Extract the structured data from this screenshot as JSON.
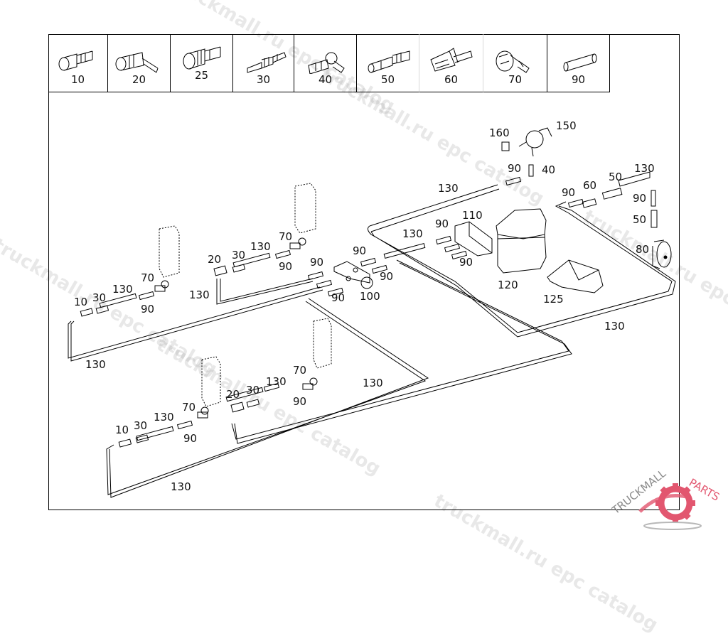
{
  "catalog": {
    "watermark_text": "truckmall.ru epc catalog",
    "watermark_text_short": "epc catalog",
    "logo": {
      "text_left": "TRUCKMALL",
      "text_right": "PARTS",
      "brand_color": "#e2566f",
      "gray_color": "#8a8a8a",
      "icon": "gear-icon"
    }
  },
  "legend": [
    {
      "part": "10",
      "icon": "straight-connector-icon"
    },
    {
      "part": "20",
      "icon": "elbow-connector-icon"
    },
    {
      "part": "25",
      "icon": "connector-plug-icon"
    },
    {
      "part": "30",
      "icon": "double-barb-connector-icon"
    },
    {
      "part": "40",
      "icon": "elbow-reducer-icon"
    },
    {
      "part": "50",
      "icon": "straight-reducer-icon"
    },
    {
      "part": "60",
      "icon": "check-valve-icon"
    },
    {
      "part": "70",
      "icon": "angled-check-valve-icon"
    },
    {
      "part": "90",
      "icon": "hose-sleeve-icon"
    }
  ],
  "callouts": [
    {
      "id": "c160",
      "text": "160"
    },
    {
      "id": "c150",
      "text": "150"
    },
    {
      "id": "c90a",
      "text": "90"
    },
    {
      "id": "c40a",
      "text": "40"
    },
    {
      "id": "c130a",
      "text": "130"
    },
    {
      "id": "c90b",
      "text": "90"
    },
    {
      "id": "c60a",
      "text": "60"
    },
    {
      "id": "c50a",
      "text": "50"
    },
    {
      "id": "c130b",
      "text": "130"
    },
    {
      "id": "c90c",
      "text": "90"
    },
    {
      "id": "c50b",
      "text": "50"
    },
    {
      "id": "c80",
      "text": "80"
    },
    {
      "id": "c110",
      "text": "110"
    },
    {
      "id": "c90d",
      "text": "90"
    },
    {
      "id": "c130c",
      "text": "130"
    },
    {
      "id": "c90e",
      "text": "90"
    },
    {
      "id": "c120",
      "text": "120"
    },
    {
      "id": "c125",
      "text": "125"
    },
    {
      "id": "c130d",
      "text": "130"
    },
    {
      "id": "c70a",
      "text": "70"
    },
    {
      "id": "c20a",
      "text": "20"
    },
    {
      "id": "c30a",
      "text": "30"
    },
    {
      "id": "c130e",
      "text": "130"
    },
    {
      "id": "c90f",
      "text": "90"
    },
    {
      "id": "c130f",
      "text": "130"
    },
    {
      "id": "c90g",
      "text": "90"
    },
    {
      "id": "c90h",
      "text": "90"
    },
    {
      "id": "c90i",
      "text": "90"
    },
    {
      "id": "c90j",
      "text": "90"
    },
    {
      "id": "c100",
      "text": "100"
    },
    {
      "id": "c70b",
      "text": "70"
    },
    {
      "id": "c10a",
      "text": "10"
    },
    {
      "id": "c30b",
      "text": "30"
    },
    {
      "id": "c130g",
      "text": "130"
    },
    {
      "id": "c90k",
      "text": "90"
    },
    {
      "id": "c130h",
      "text": "130"
    },
    {
      "id": "c70c",
      "text": "70"
    },
    {
      "id": "c20b",
      "text": "20"
    },
    {
      "id": "c30c",
      "text": "30"
    },
    {
      "id": "c130i",
      "text": "130"
    },
    {
      "id": "c90l",
      "text": "90"
    },
    {
      "id": "c130j",
      "text": "130"
    },
    {
      "id": "c70d",
      "text": "70"
    },
    {
      "id": "c10b",
      "text": "10"
    },
    {
      "id": "c30d",
      "text": "30"
    },
    {
      "id": "c130k",
      "text": "130"
    },
    {
      "id": "c90m",
      "text": "90"
    },
    {
      "id": "c130l",
      "text": "130"
    }
  ]
}
